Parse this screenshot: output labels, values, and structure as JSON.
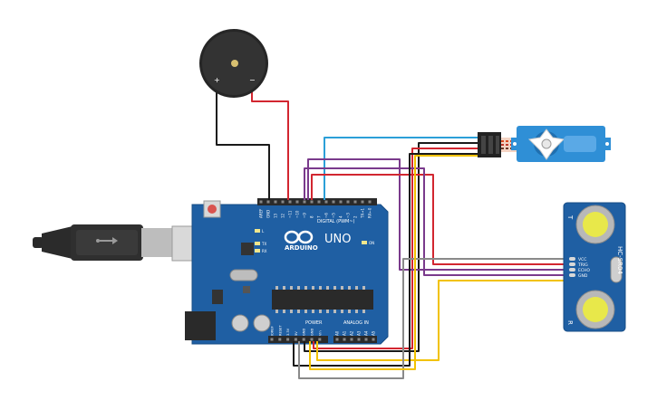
{
  "board": {
    "brand": "ARDUINO",
    "model": "UNO",
    "digital_label": "DIGITAL (PWM~)",
    "power_label": "POWER",
    "analog_label": "ANALOG IN",
    "on_label": "ON",
    "l_label": "L",
    "tx_label": "TX",
    "rx_label": "RX",
    "top_pins": [
      "AREF",
      "GND",
      "13",
      "12",
      "~11",
      "~10",
      "~9",
      "8",
      "7",
      "~6",
      "~5",
      "4",
      "~3",
      "2",
      "TX→1",
      "RX←0"
    ],
    "power_pins": [
      "IOREF",
      "RESET",
      "3.3V",
      "5V",
      "GND",
      "GND",
      "Vin"
    ],
    "analog_pins": [
      "A0",
      "A1",
      "A2",
      "A3",
      "A4",
      "A5"
    ]
  },
  "buzzer": {
    "plus": "+",
    "minus": "−"
  },
  "ultrasonic": {
    "model": "HC-SR04",
    "pins": [
      "VCC",
      "TRIG",
      "ECHO",
      "GND"
    ],
    "t_label": "T",
    "r_label": "R"
  },
  "colors": {
    "board": "#1f5fa3",
    "wire_red": "#d22630",
    "wire_black": "#1a1a1a",
    "wire_blue": "#2b9fd8",
    "wire_purple": "#7a3a8c",
    "wire_yellow": "#f2c200",
    "wire_gray": "#8a8a8a",
    "servo": "#2f8fd6"
  }
}
